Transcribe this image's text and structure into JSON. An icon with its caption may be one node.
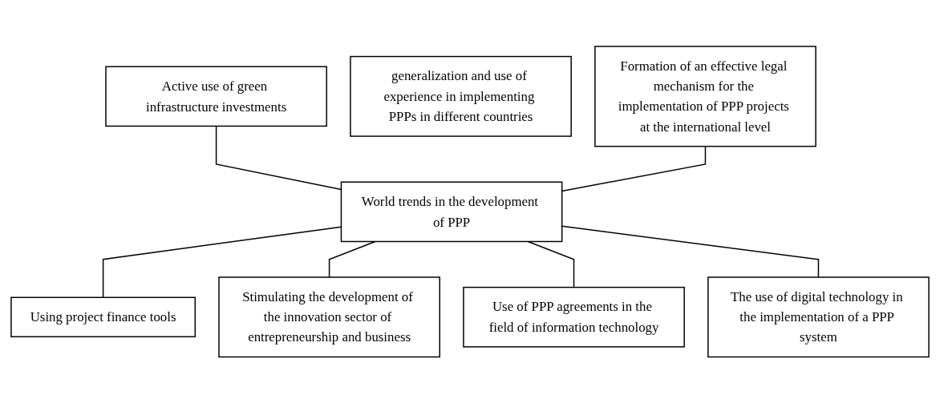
{
  "diagram": {
    "nodes": [
      {
        "text": [
          "Active use of green infrastructure investments"
        ]
      },
      {
        "text": [
          "generalization and use of experience in implementing PPPs in different countries"
        ]
      },
      {
        "text": [
          "Formation of an effective legal mechanism for the implementation of PPP projects at the international level"
        ]
      },
      {
        "text": [
          "World trends in the development of PPP"
        ]
      },
      {
        "text": [
          "Using project finance tools"
        ]
      },
      {
        "text": [
          "Stimulating the development of the innovation sector of entrepreneurship and business"
        ]
      },
      {
        "text": [
          "Use of PPP agreements in the field of information technology"
        ]
      },
      {
        "text": [
          "The use of digital technology in the implementation of a PPP system"
        ]
      }
    ],
    "edges": [
      {
        "from": 0,
        "to": 3,
        "arrow": "none"
      },
      {
        "from": 2,
        "to": 3,
        "arrow": "none"
      },
      {
        "from": 3,
        "to": 4,
        "arrow": "none"
      },
      {
        "from": 3,
        "to": 5,
        "arrow": "none"
      },
      {
        "from": 3,
        "to": 6,
        "arrow": "none"
      },
      {
        "from": 3,
        "to": 7,
        "arrow": "none"
      }
    ]
  }
}
